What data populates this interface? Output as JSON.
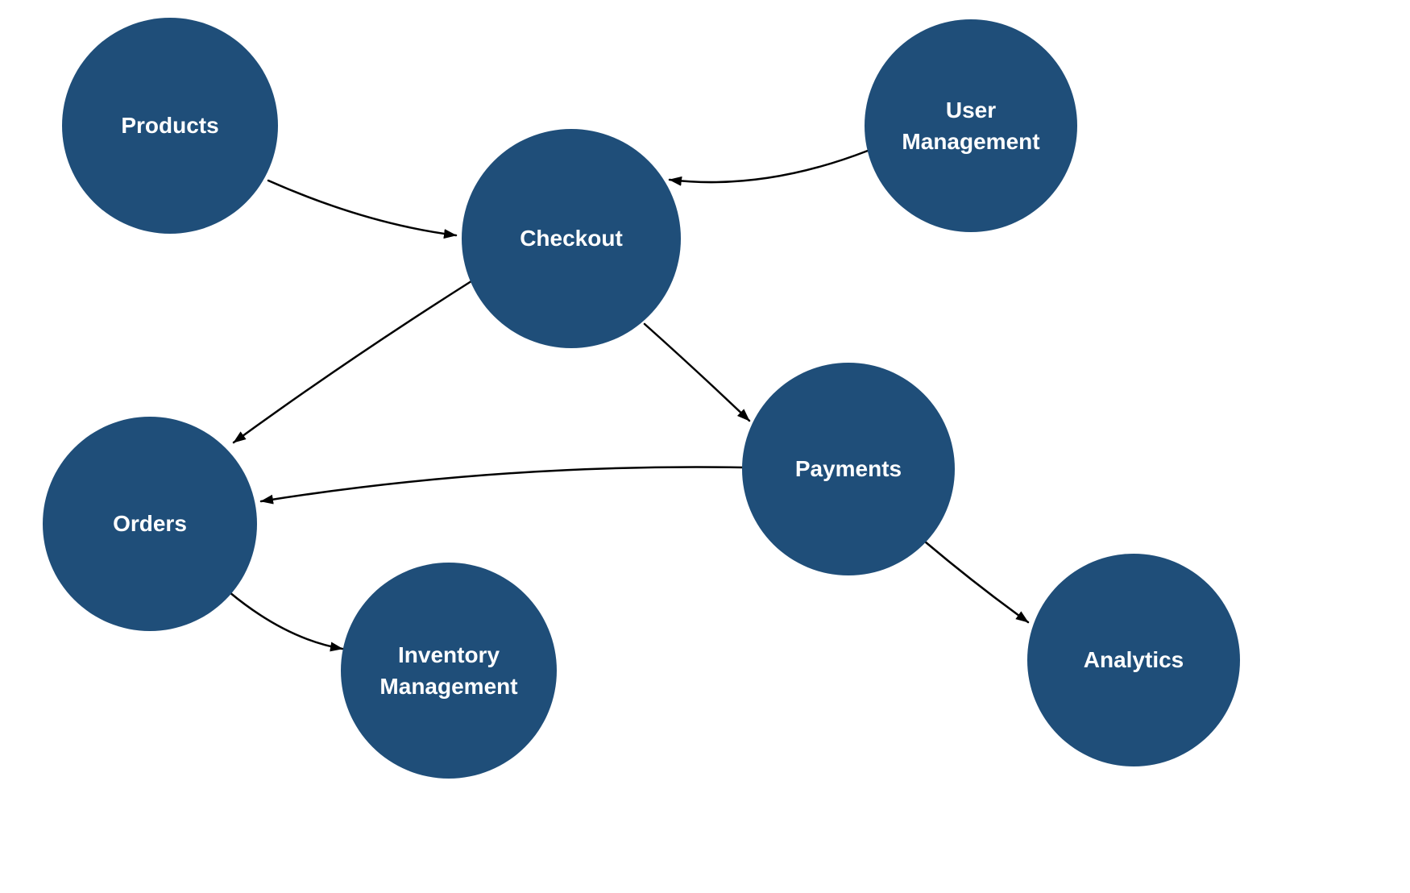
{
  "diagram": {
    "background": "#ffffff",
    "node_fill": "#1f4e79",
    "node_text_color": "#ffffff",
    "edge_color": "#000000",
    "nodes": [
      {
        "id": "products",
        "label": "Products"
      },
      {
        "id": "user-management",
        "label": "User Management"
      },
      {
        "id": "checkout",
        "label": "Checkout"
      },
      {
        "id": "payments",
        "label": "Payments"
      },
      {
        "id": "orders",
        "label": "Orders"
      },
      {
        "id": "inventory-management",
        "label": "Inventory Management"
      },
      {
        "id": "analytics",
        "label": "Analytics"
      }
    ],
    "edges": [
      {
        "from": "products",
        "to": "checkout"
      },
      {
        "from": "user-management",
        "to": "checkout"
      },
      {
        "from": "checkout",
        "to": "payments"
      },
      {
        "from": "checkout",
        "to": "orders"
      },
      {
        "from": "payments",
        "to": "orders"
      },
      {
        "from": "orders",
        "to": "inventory-management"
      },
      {
        "from": "payments",
        "to": "analytics"
      }
    ]
  }
}
